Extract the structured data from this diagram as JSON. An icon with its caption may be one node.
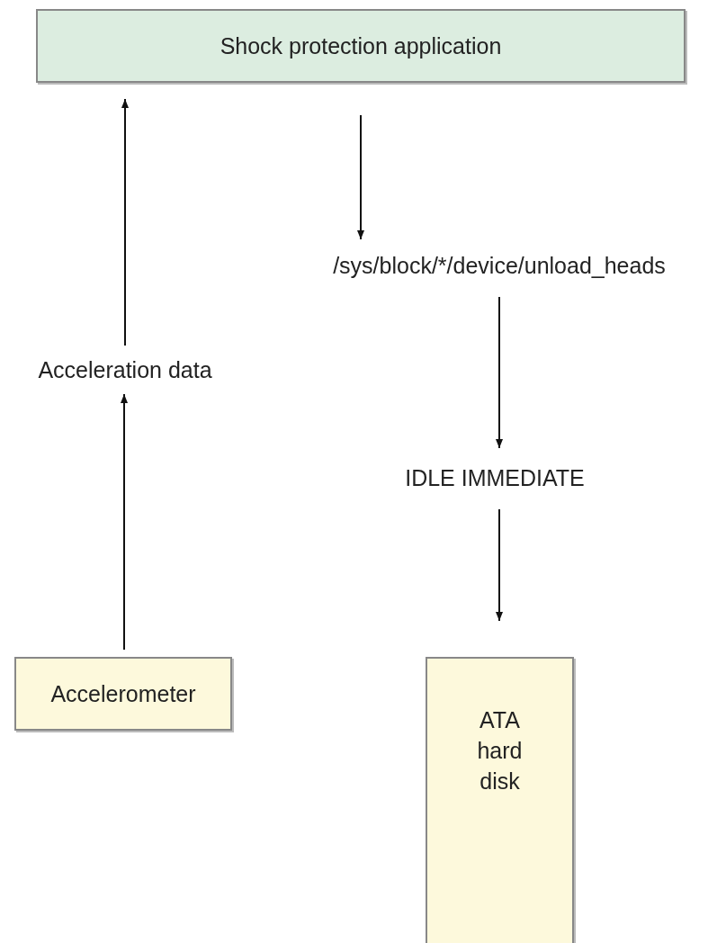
{
  "diagram": {
    "nodes": [
      {
        "text": [
          "Shock protection application"
        ]
      },
      {
        "text": [
          "Acceleration data"
        ]
      },
      {
        "text": [
          "Accelerometer"
        ]
      },
      {
        "text": [
          "/sys/block/*/device/unload_heads"
        ]
      },
      {
        "text": [
          "IDLE IMMEDIATE"
        ]
      },
      {
        "text": [
          "ATA hard disk"
        ]
      }
    ],
    "edges": [
      {
        "from": 2,
        "to": 1,
        "arrow": "to"
      },
      {
        "from": 1,
        "to": 0,
        "arrow": "to"
      },
      {
        "from": 0,
        "to": 3,
        "arrow": "to"
      },
      {
        "from": 3,
        "to": 4,
        "arrow": "to"
      },
      {
        "from": 4,
        "to": 5,
        "arrow": "to"
      }
    ]
  }
}
